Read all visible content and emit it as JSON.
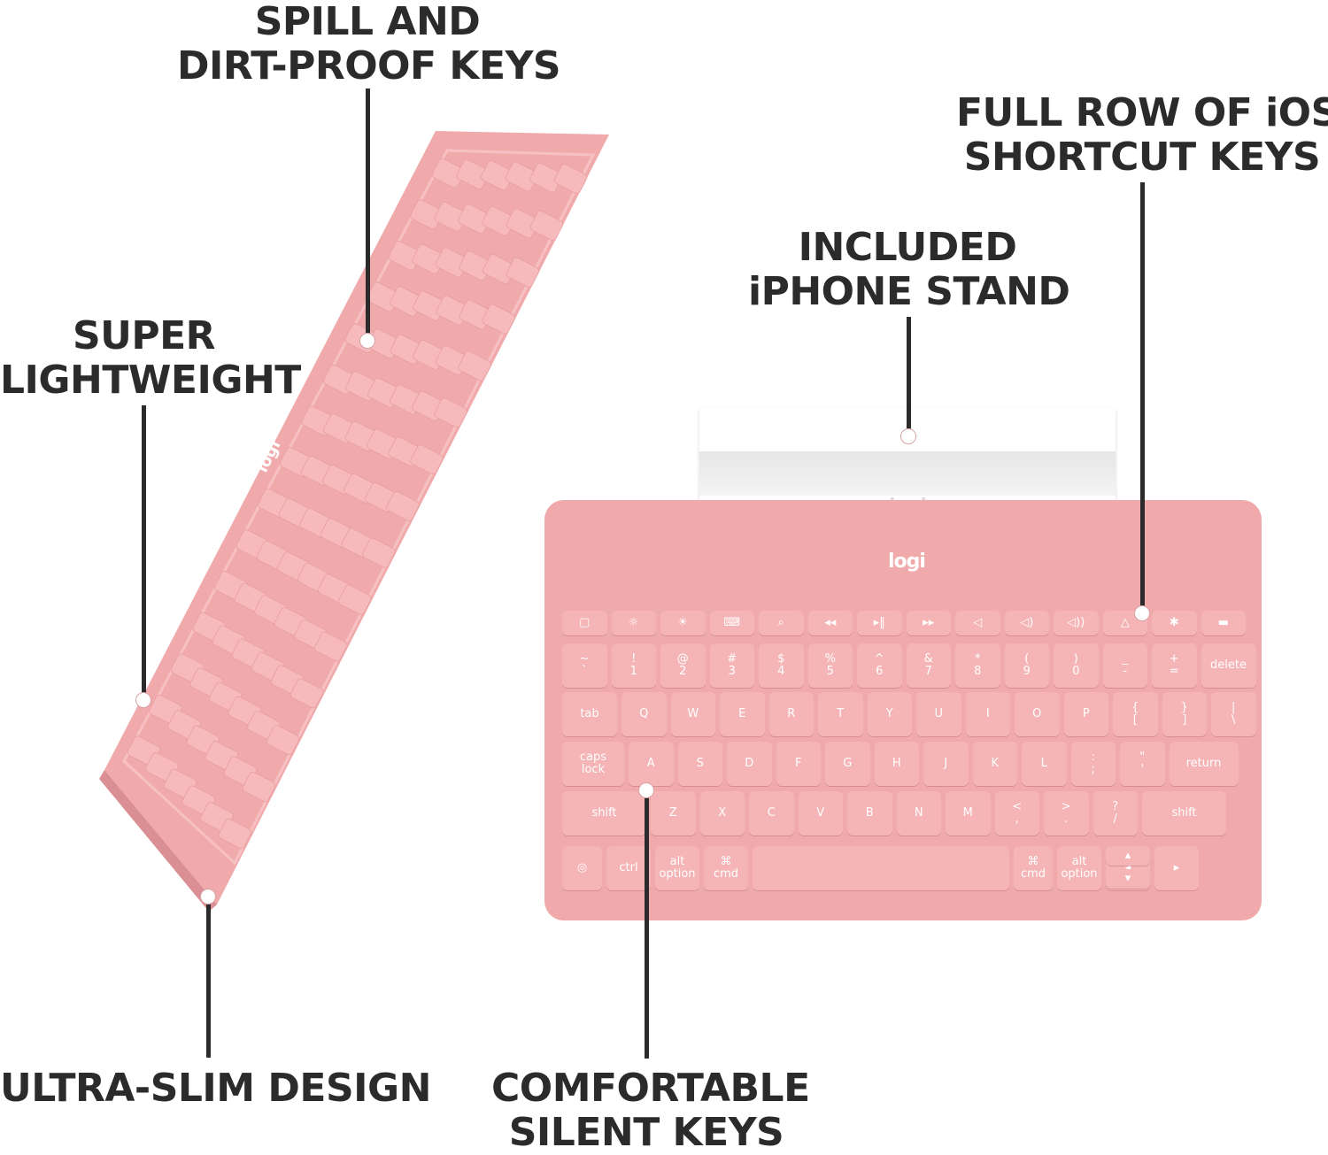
{
  "callouts": {
    "spill": [
      "SPILL AND",
      "DIRT-PROOF KEYS"
    ],
    "lightweight": [
      "SUPER",
      "LIGHTWEIGHT"
    ],
    "slim": [
      "ULTRA-SLIM DESIGN"
    ],
    "stand": [
      "INCLUDED",
      "iPHONE STAND"
    ],
    "shortcut": [
      "FULL ROW OF iOS",
      "SHORTCUT KEYS"
    ],
    "silent": [
      "COMFORTABLE",
      "SILENT KEYS"
    ]
  },
  "brand": {
    "logo": "logi"
  },
  "keyboard": {
    "row1": [
      "~\n`",
      "!\n1",
      "@\n2",
      "#\n3",
      "$\n4",
      "%\n5",
      "^\n6",
      "&\n7",
      "*\n8",
      "(\n9",
      ")\n0",
      "_\n-",
      "+\n=",
      "delete"
    ],
    "row2": [
      "tab",
      "Q",
      "W",
      "E",
      "R",
      "T",
      "Y",
      "U",
      "I",
      "O",
      "P",
      "{\n[",
      "}\n]",
      "|\n\\"
    ],
    "row3": [
      "caps\nlock",
      "A",
      "S",
      "D",
      "F",
      "G",
      "H",
      "J",
      "K",
      "L",
      ":\n;",
      "\"\n'",
      "return"
    ],
    "row4": [
      "shift",
      "Z",
      "X",
      "C",
      "V",
      "B",
      "N",
      "M",
      "<\n,",
      ">\n.",
      "?\n/",
      "shift"
    ],
    "row5": [
      "◎",
      "ctrl",
      "alt\noption",
      "⌘\ncmd",
      "",
      "⌘\ncmd",
      "alt\noption",
      "◂",
      "▴",
      "▾",
      "▸"
    ],
    "fn_row": [
      "▢",
      "☼",
      "☀",
      "⌨",
      "⌕",
      "◂◂",
      "▸‖",
      "▸▸",
      "◁",
      "◁)",
      "◁))",
      "△",
      "✱",
      "▬"
    ]
  },
  "colors": {
    "keyboard": "#f1aaac",
    "key": "#f5b4b6",
    "text": "#2b2b2b",
    "stand": "#ffffff"
  }
}
